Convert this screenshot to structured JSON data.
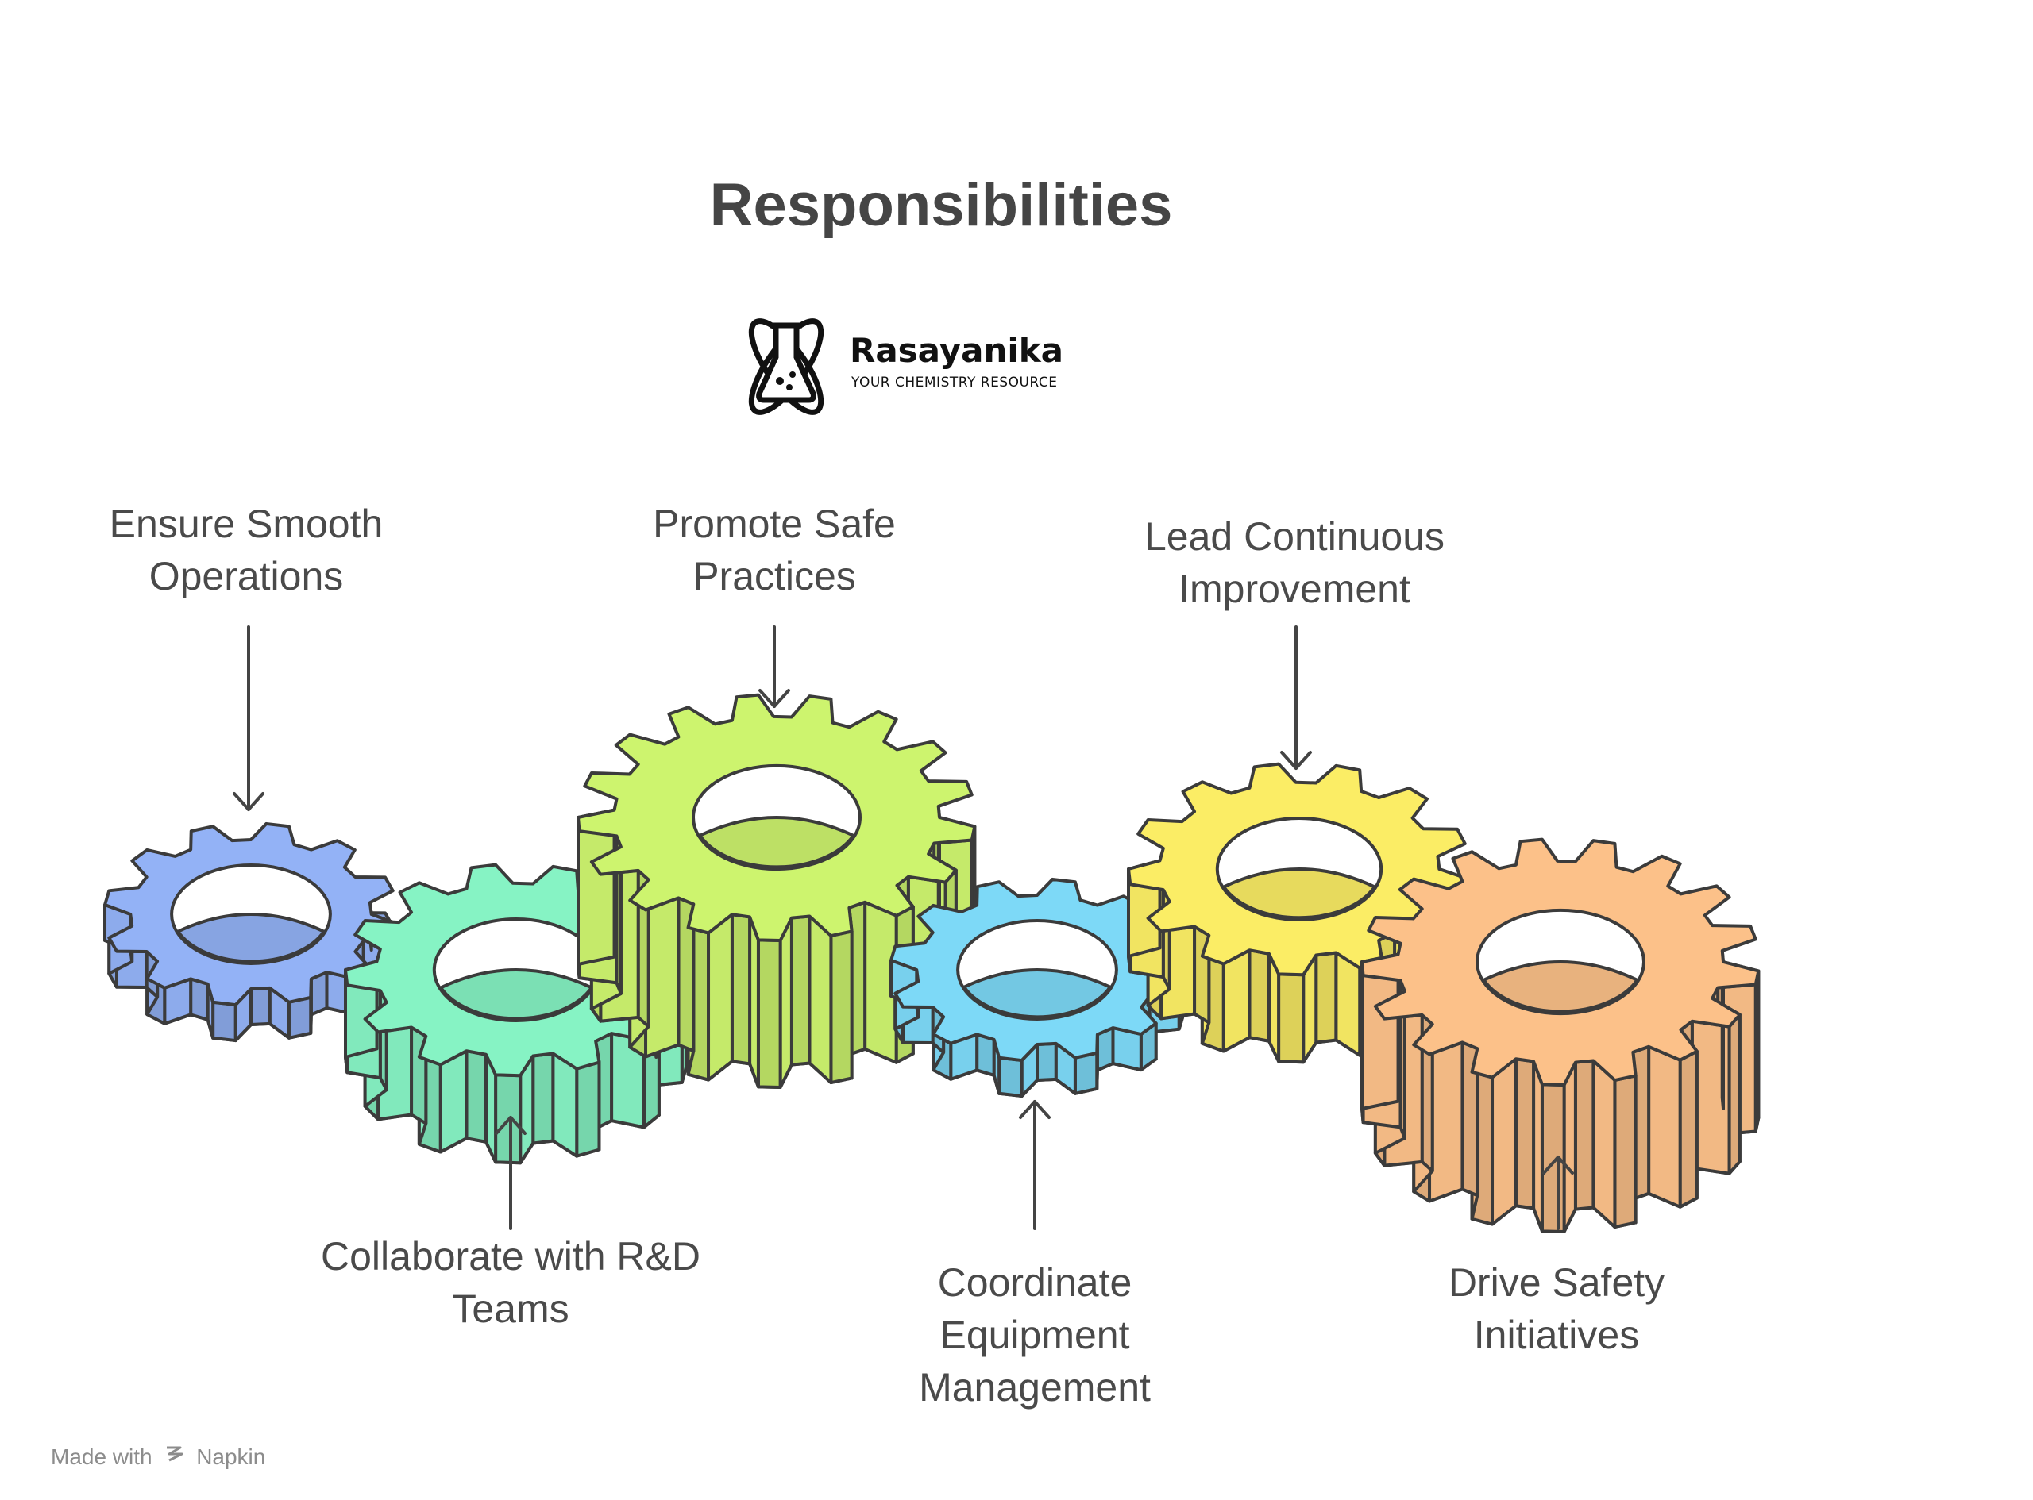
{
  "title": "Responsibilities",
  "logo": {
    "name": "Rasayanika",
    "tagline": "YOUR CHEMISTRY RESOURCE",
    "icon": "atom-flask-icon"
  },
  "gears": [
    {
      "id": "ensure",
      "label_lines": [
        "Ensure Smooth",
        "Operations"
      ],
      "color": "#93b2f6",
      "arrow": "down"
    },
    {
      "id": "collaborate",
      "label_lines": [
        "Collaborate with R&D",
        "Teams"
      ],
      "color": "#86f3c4",
      "arrow": "up"
    },
    {
      "id": "promote",
      "label_lines": [
        "Promote Safe",
        "Practices"
      ],
      "color": "#cdf46e",
      "arrow": "down"
    },
    {
      "id": "coordinate",
      "label_lines": [
        "Coordinate",
        "Equipment",
        "Management"
      ],
      "color": "#7dd9f7",
      "arrow": "up"
    },
    {
      "id": "lead",
      "label_lines": [
        "Lead Continuous",
        "Improvement"
      ],
      "color": "#fbed65",
      "arrow": "down"
    },
    {
      "id": "drive",
      "label_lines": [
        "Drive Safety",
        "Initiatives"
      ],
      "color": "#fcc189",
      "arrow": "up"
    }
  ],
  "footer": {
    "made_with": "Made with",
    "brand": "Napkin",
    "icon": "napkin-logo-icon"
  }
}
